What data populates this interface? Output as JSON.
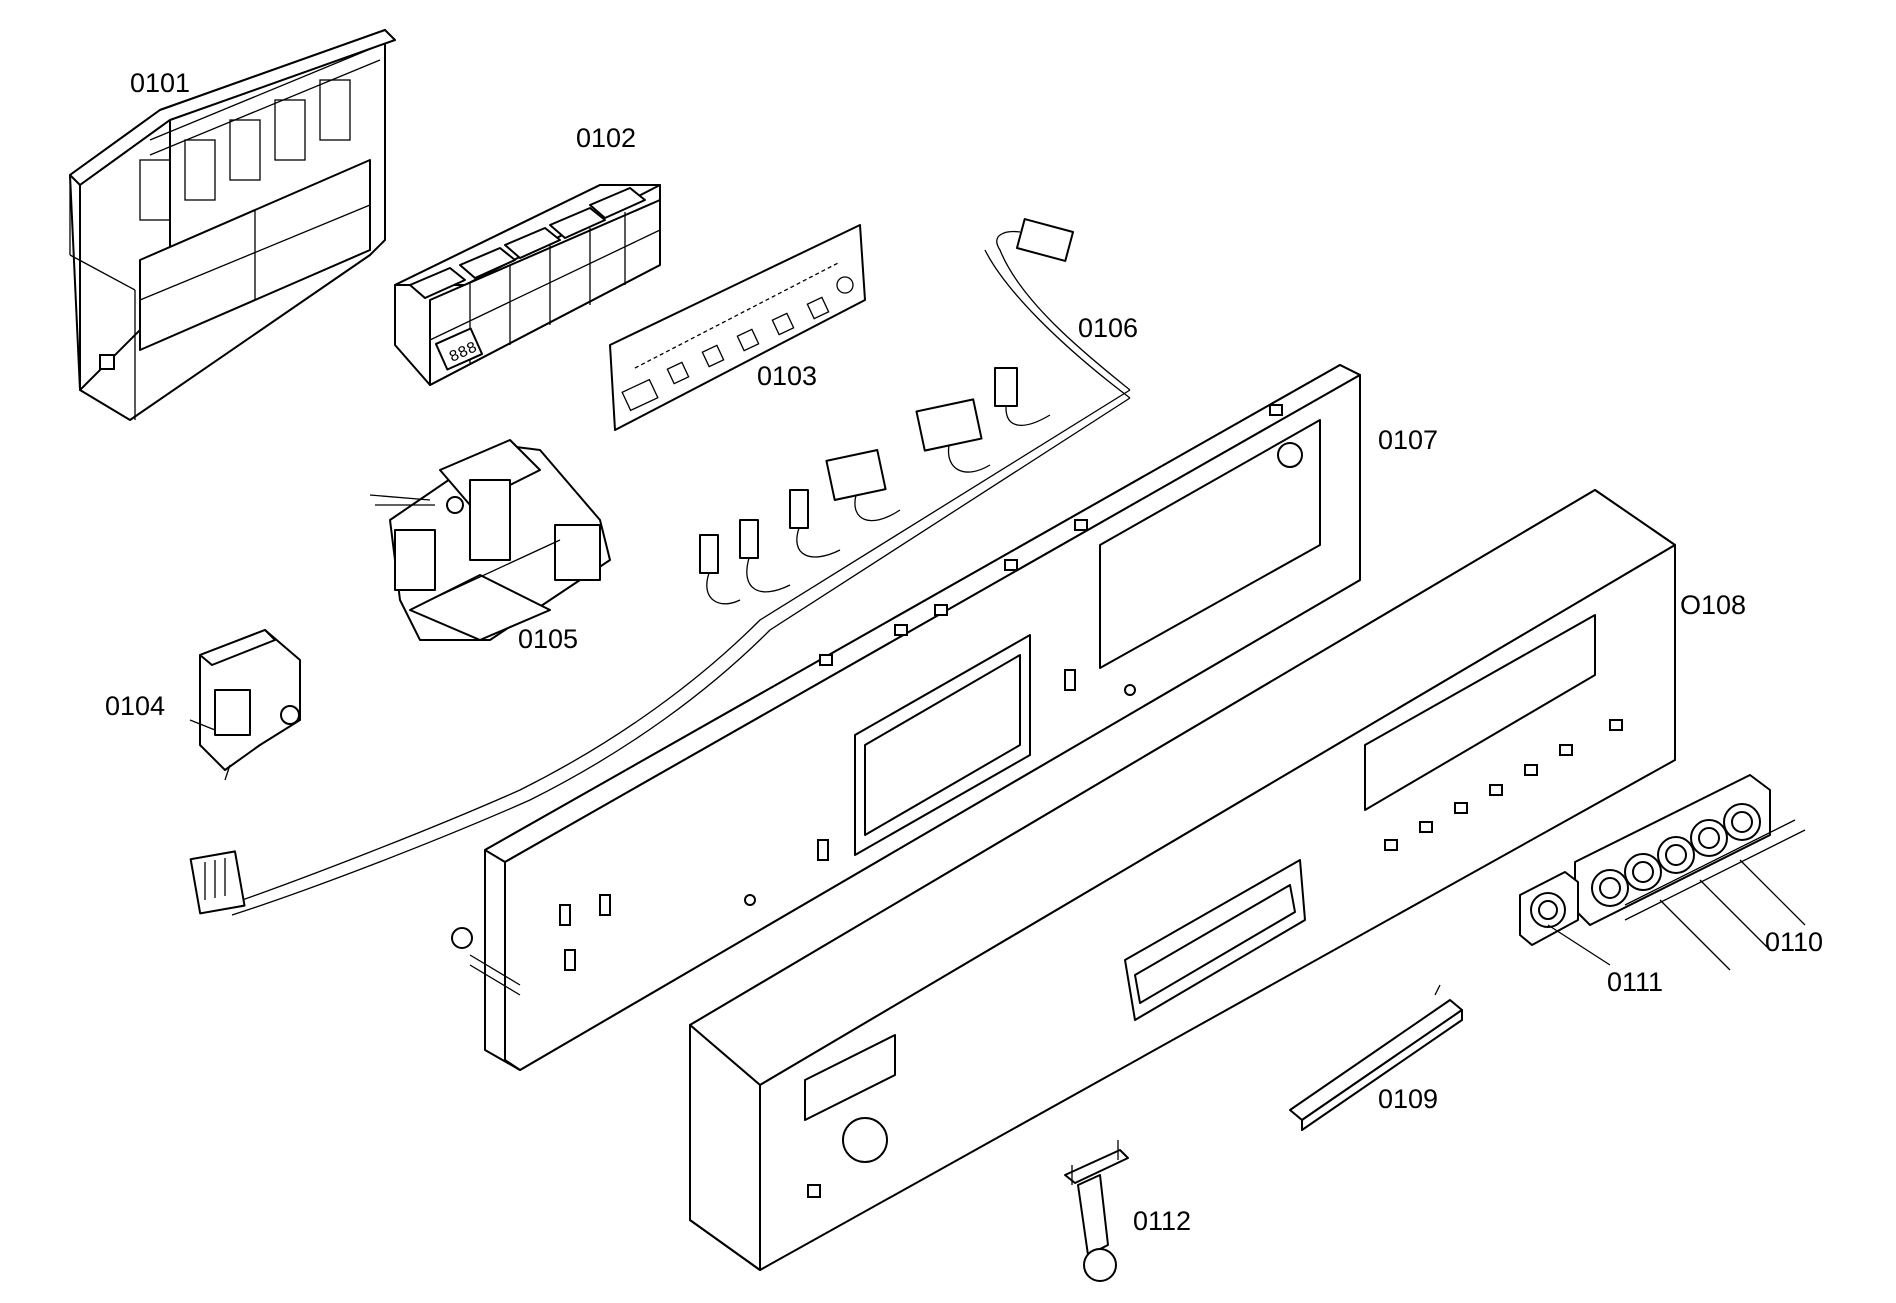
{
  "parts": [
    {
      "id": "p0101",
      "label": "0101"
    },
    {
      "id": "p0102",
      "label": "0102"
    },
    {
      "id": "p0103",
      "label": "0103"
    },
    {
      "id": "p0104",
      "label": "0104"
    },
    {
      "id": "p0105",
      "label": "0105"
    },
    {
      "id": "p0106",
      "label": "0106"
    },
    {
      "id": "p0107",
      "label": "0107"
    },
    {
      "id": "p0108",
      "label": "O108"
    },
    {
      "id": "p0109",
      "label": "0109"
    },
    {
      "id": "p0110",
      "label": "0110"
    },
    {
      "id": "p0111",
      "label": "0111"
    },
    {
      "id": "p0112",
      "label": "0112"
    }
  ],
  "display": {
    "digits": "888"
  }
}
